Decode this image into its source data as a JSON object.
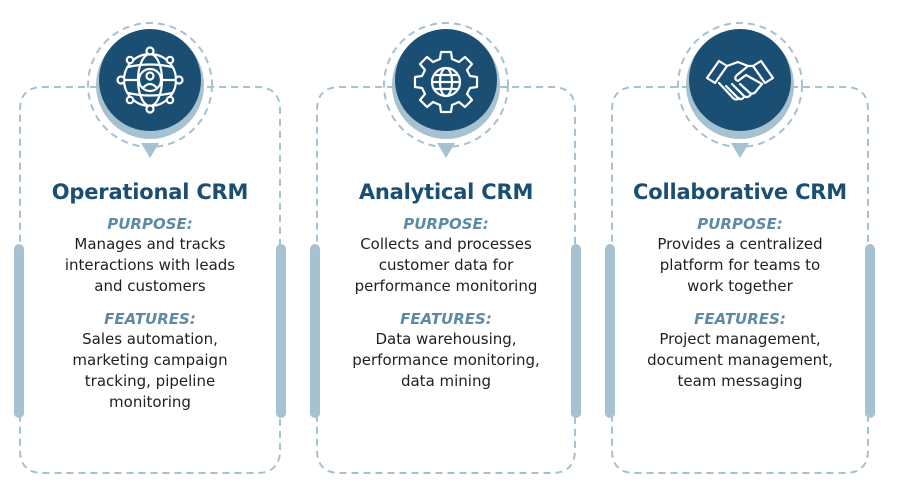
{
  "cards": [
    {
      "icon": "globe-user-icon",
      "title": "Operational CRM",
      "purpose_label": "PURPOSE:",
      "purpose_lines": [
        "Manages and tracks",
        "interactions with leads",
        "and customers"
      ],
      "features_label": "FEATURES:",
      "features_lines": [
        "Sales automation,",
        "marketing campaign",
        "tracking, pipeline",
        "monitoring"
      ]
    },
    {
      "icon": "gear-globe-icon",
      "title": "Analytical CRM",
      "purpose_label": "PURPOSE:",
      "purpose_lines": [
        "Collects and processes",
        "customer data for",
        "performance monitoring"
      ],
      "features_label": "FEATURES:",
      "features_lines": [
        "Data warehousing,",
        "performance monitoring,",
        "data mining"
      ]
    },
    {
      "icon": "handshake-icon",
      "title": "Collaborative CRM",
      "purpose_label": "PURPOSE:",
      "purpose_lines": [
        "Provides a centralized",
        "platform for teams to",
        "work together"
      ],
      "features_label": "FEATURES:",
      "features_lines": [
        "Project management,",
        "document management,",
        "team messaging"
      ]
    }
  ],
  "colors": {
    "title": "#1a4e72",
    "label": "#5f8aa3",
    "circle": "#1a4e72",
    "ring": "#a6c1cf",
    "dash": "#a6c1cf",
    "bar": "#a6c1cf"
  }
}
